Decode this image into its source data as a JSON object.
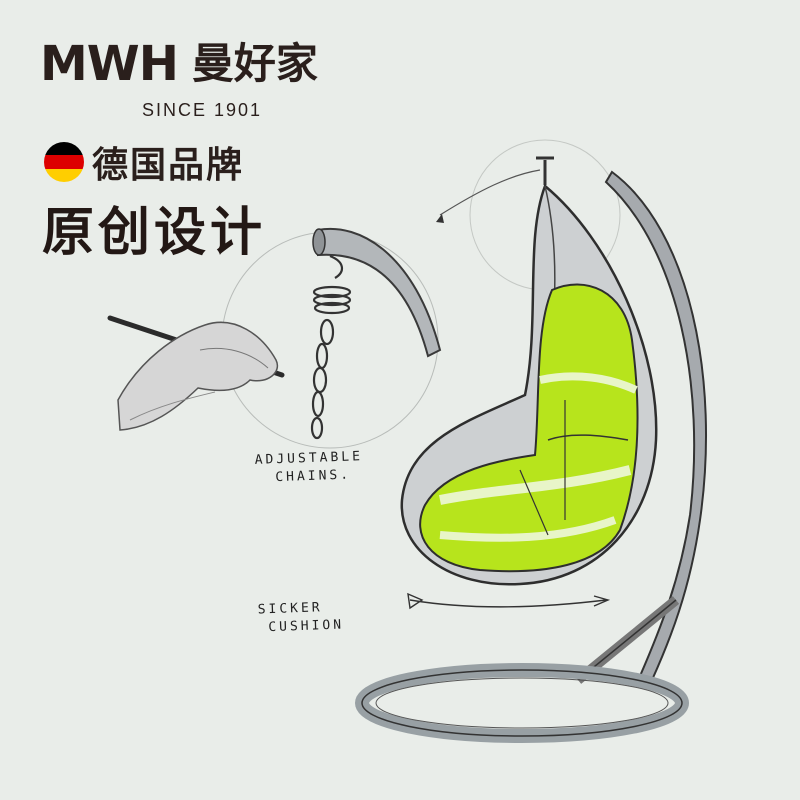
{
  "brand": {
    "latin": "MWH",
    "chinese": "曼好家",
    "since": "SINCE 1901"
  },
  "origin": {
    "label": "德国品牌",
    "flag_colors": [
      "#000000",
      "#dd0000",
      "#ffce00"
    ]
  },
  "slogan": "原创设计",
  "sketch_notes": {
    "chain_line1": "ADJUSTABLE",
    "chain_line2": "CHAINS.",
    "cushion_line1": "SICKER",
    "cushion_line2": "CUSHION"
  },
  "colors": {
    "background": "#e9ede9",
    "text": "#2a1f1c",
    "cushion": "#b7e41c",
    "frame": "#9a9ea2"
  }
}
